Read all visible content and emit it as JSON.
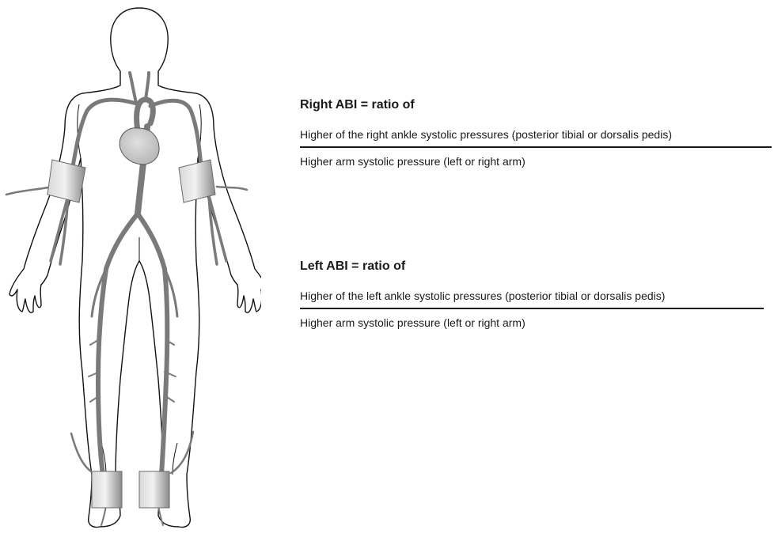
{
  "colors": {
    "outline": "#111111",
    "artery": "#7a7a7a",
    "heart": "#c9c9c9",
    "cuff_light": "#e6e6e6",
    "cuff_dark": "#8a8a8a"
  },
  "right_abi": {
    "title": "Right ABI = ratio of",
    "numerator": "Higher of the right ankle systolic pressures (posterior tibial or dorsalis pedis)",
    "denominator": "Higher arm systolic pressure (left or right arm)"
  },
  "left_abi": {
    "title": "Left ABI = ratio of",
    "numerator": "Higher of the left ankle systolic pressures (posterior tibial or dorsalis pedis)",
    "denominator": "Higher arm systolic pressure (left or right arm)"
  }
}
